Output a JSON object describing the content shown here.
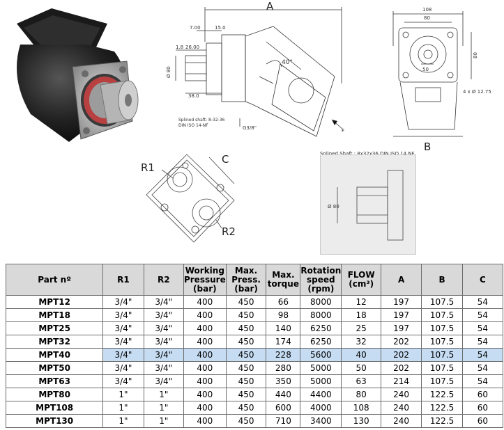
{
  "drawing": {
    "label_a": "A",
    "label_b": "B",
    "label_c": "C",
    "label_r1": "R1",
    "label_r2": "R2",
    "label_f": "F",
    "dim_7": "7.00",
    "dim_15": "15.0",
    "dim_18": "1.8",
    "dim_26": "26.00",
    "dim_38": "38.0",
    "dim_phi80": "Ø 80",
    "dim_40deg": "40°",
    "dim_108": "108",
    "dim_80top": "80",
    "dim_80side": "80",
    "dim_50": "50",
    "dim_holes": "4 x Ø 12.75",
    "g38": "G3/8\"",
    "spline_note": "Splined shaft: 8-32-36",
    "spline_note2": "DIN ISO 14-NF",
    "inset_title": "Splined Shaft : 8x32x36 DIN ISO 14 NF",
    "inset_phi80": "Ø 80"
  },
  "table": {
    "headers": [
      "Part nº",
      "R1",
      "R2",
      "Working Pressure (bar)",
      "Max. Press. (bar)",
      "Max. torque",
      "Rotation speed (rpm)",
      "FLOW (cm³)",
      "A",
      "B",
      "C"
    ],
    "header_lines": [
      [
        "Part nº"
      ],
      [
        "R1"
      ],
      [
        "R2"
      ],
      [
        "Working",
        "Pressure",
        "(bar)"
      ],
      [
        "Max.",
        "Press.",
        "(bar)"
      ],
      [
        "Max.",
        "torque"
      ],
      [
        "Rotation",
        "speed",
        "(rpm)"
      ],
      [
        "FLOW",
        "(cm³)"
      ],
      [
        "A"
      ],
      [
        "B"
      ],
      [
        "C"
      ]
    ],
    "rows": [
      [
        "MPT12",
        "3/4\"",
        "3/4\"",
        "400",
        "450",
        "66",
        "8000",
        "12",
        "197",
        "107.5",
        "54"
      ],
      [
        "MPT18",
        "3/4\"",
        "3/4\"",
        "400",
        "450",
        "98",
        "8000",
        "18",
        "197",
        "107.5",
        "54"
      ],
      [
        "MPT25",
        "3/4\"",
        "3/4\"",
        "400",
        "450",
        "140",
        "6250",
        "25",
        "197",
        "107.5",
        "54"
      ],
      [
        "MPT32",
        "3/4\"",
        "3/4\"",
        "400",
        "450",
        "174",
        "6250",
        "32",
        "202",
        "107.5",
        "54"
      ],
      [
        "MPT40",
        "3/4\"",
        "3/4\"",
        "400",
        "450",
        "228",
        "5600",
        "40",
        "202",
        "107.5",
        "54"
      ],
      [
        "MPT50",
        "3/4\"",
        "3/4\"",
        "400",
        "450",
        "280",
        "5000",
        "50",
        "202",
        "107.5",
        "54"
      ],
      [
        "MPT63",
        "3/4\"",
        "3/4\"",
        "400",
        "450",
        "350",
        "5000",
        "63",
        "214",
        "107.5",
        "54"
      ],
      [
        "MPT80",
        "1\"",
        "1\"",
        "400",
        "450",
        "440",
        "4400",
        "80",
        "240",
        "122.5",
        "60"
      ],
      [
        "MPT108",
        "1\"",
        "1\"",
        "400",
        "450",
        "600",
        "4000",
        "108",
        "240",
        "122.5",
        "60"
      ],
      [
        "MPT130",
        "1\"",
        "1\"",
        "400",
        "450",
        "710",
        "3400",
        "130",
        "240",
        "122.5",
        "60"
      ]
    ],
    "selected_row": 4
  }
}
